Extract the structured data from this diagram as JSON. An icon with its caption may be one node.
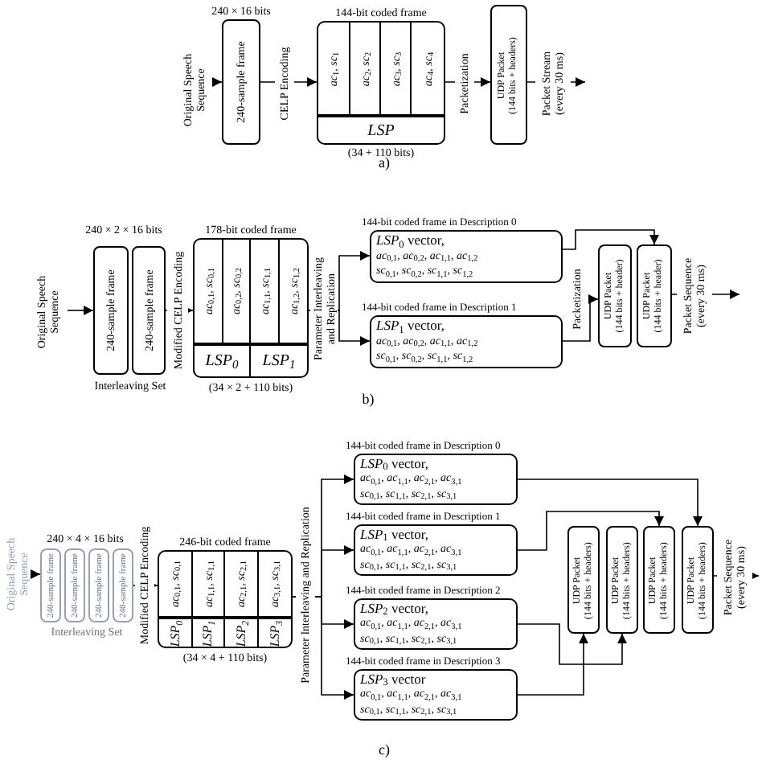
{
  "diagram": {
    "nodes": [
      {
        "text": [
          "Original Speech Sequence"
        ]
      },
      {
        "text": [
          "240-sample frame"
        ],
        "beside": [
          "240 × 16 bits"
        ]
      },
      {
        "text": [
          "144-bit coded frame"
        ],
        "beside": [
          "(34 + 110 bits)"
        ]
      },
      {
        "text": [
          "*ac*$_{1}$, *sc*$_{1}$"
        ],
        "in": 2
      },
      {
        "text": [
          "*ac*$_{2}$, *sc*$_{2}$"
        ],
        "in": 2
      },
      {
        "text": [
          "*ac*$_{3}$, *sc*$_{3}$"
        ],
        "in": 2
      },
      {
        "text": [
          "*ac*$_{4}$, *sc*$_{4}$"
        ],
        "in": 2
      },
      {
        "text": [
          "LSP"
        ],
        "in": 2
      },
      {
        "text": [
          "UDP Packet",
          "(144 bits + headers)"
        ]
      },
      {
        "text": [
          "Original Speech Sequence"
        ]
      },
      {
        "text": [
          "240-sample frame"
        ]
      },
      {
        "text": [
          "240-sample frame"
        ]
      },
      {
        "text": [
          "178-bit coded frame"
        ],
        "beside": [
          "(34 × 2 + 110 bits)"
        ]
      },
      {
        "text": [
          "*ac*$_{0,1}$, *sc*$_{0,1}$"
        ],
        "in": 12
      },
      {
        "text": [
          "*ac*$_{0,2}$, *sc*$_{0,2}$"
        ],
        "in": 12
      },
      {
        "text": [
          "*ac*$_{1,1}$, *sc*$_{1,1}$"
        ],
        "in": 12
      },
      {
        "text": [
          "*ac*$_{1,2}$, *sc*$_{1,2}$"
        ],
        "in": 12
      },
      {
        "text": [
          "LSP$_{0}$"
        ],
        "in": 12
      },
      {
        "text": [
          "LSP$_{1}$"
        ],
        "in": 12
      },
      {
        "text": [
          "144-bit coded frame in Description 0",
          "*LSP*$_{0}$ vector,",
          "*ac*$_{0,1}$, *ac*$_{0,2}$, *ac*$_{1,1}$, *ac*$_{1,2}$",
          "*sc*$_{0,1}$, *sc*$_{0,2}$, *sc*$_{1,1}$, *sc*$_{1,2}$"
        ]
      },
      {
        "text": [
          "144-bit coded frame in Description 1",
          "*LSP*$_{1}$ vector,",
          "*ac*$_{0,1}$, *ac*$_{0,2}$, *ac*$_{1,1}$, *ac*$_{1,2}$",
          "*sc*$_{0,1}$, *sc*$_{0,2}$, *sc*$_{1,1}$, *sc*$_{1,2}$"
        ]
      },
      {
        "text": [
          "UDP Packet",
          "(144 bits + header)"
        ]
      },
      {
        "text": [
          "UDP Packet",
          "(144 bits + header)"
        ]
      },
      {
        "text": [
          "Original Speech Sequence"
        ]
      },
      {
        "text": [
          "240-sample frame"
        ]
      },
      {
        "text": [
          "240-sample frame"
        ]
      },
      {
        "text": [
          "240-sample frame"
        ]
      },
      {
        "text": [
          "240-sample frame"
        ]
      },
      {
        "text": [
          "246-bit coded frame"
        ],
        "beside": [
          "(34 × 4 + 110 bits)"
        ]
      },
      {
        "text": [
          "*ac*$_{0,1}$, *sc*$_{0,1}$"
        ],
        "in": 28
      },
      {
        "text": [
          "*ac*$_{1,1}$, *sc*$_{1,1}$"
        ],
        "in": 28
      },
      {
        "text": [
          "*ac*$_{2,1}$, *sc*$_{2,1}$"
        ],
        "in": 28
      },
      {
        "text": [
          "*ac*$_{3,1}$, *sc*$_{3,1}$"
        ],
        "in": 28
      },
      {
        "text": [
          "LSP$_{0}$"
        ],
        "in": 28
      },
      {
        "text": [
          "LSP$_{1}$"
        ],
        "in": 28
      },
      {
        "text": [
          "LSP$_{2}$"
        ],
        "in": 28
      },
      {
        "text": [
          "LSP$_{3}$"
        ],
        "in": 28
      },
      {
        "text": [
          "144-bit coded frame in Description 0",
          "*LSP*$_{0}$ vector,",
          "*ac*$_{0,1}$, *ac*$_{1,1}$, *ac*$_{2,1}$, *ac*$_{3,1}$",
          "*sc*$_{0,1}$, *sc*$_{1,1}$, *sc*$_{2,1}$, *sc*$_{3,1}$"
        ]
      },
      {
        "text": [
          "144-bit coded frame in Description 1",
          "*LSP*$_{1}$ vector,",
          "*ac*$_{0,1}$, *ac*$_{1,1}$, *ac*$_{2,1}$, *ac*$_{3,1}$",
          "*sc*$_{0,1}$, *sc*$_{1,1}$, *sc*$_{2,1}$, *sc*$_{3,1}$"
        ]
      },
      {
        "text": [
          "144-bit coded frame in Description 2",
          "*LSP*$_{2}$ vector,",
          "*ac*$_{0,1}$, *ac*$_{1,1}$, *ac*$_{2,1}$, *ac*$_{3,1}$",
          "*sc*$_{0,1}$, *sc*$_{1,1}$, *sc*$_{2,1}$, *sc*$_{3,1}$"
        ]
      },
      {
        "text": [
          "144-bit coded frame in Description 3",
          "*LSP*$_{3}$ vector",
          "*ac*$_{0,1}$, *ac*$_{1,1}$, *ac*$_{2,1}$, *ac*$_{3,1}$",
          "*sc*$_{0,1}$, *sc*$_{1,1}$, *sc*$_{2,1}$, *sc*$_{3,1}$"
        ]
      },
      {
        "text": [
          "UDP Packet",
          "(144 bits + headers)"
        ]
      },
      {
        "text": [
          "UDP Packet",
          "(144 bits + headers)"
        ]
      },
      {
        "text": [
          "UDP Packet",
          "(144 bits + headers)"
        ]
      },
      {
        "text": [
          "UDP Packet",
          "(144 bits + headers)"
        ]
      }
    ],
    "edges": [
      {
        "from": 0,
        "to": 1,
        "arrow": "to"
      },
      {
        "from": 1,
        "to": 2,
        "arrow": "to",
        "label": "CELP Encoding"
      },
      {
        "from": 2,
        "to": 8,
        "arrow": "to",
        "label": "Packetization"
      },
      {
        "from": 8,
        "to": null,
        "arrow": "to",
        "label": "Packet Stream (every 30 ms)"
      },
      {
        "from": 9,
        "to": 10,
        "arrow": "to"
      },
      {
        "from": 11,
        "to": 12,
        "arrow": "to",
        "label": "Modified CELP Encoding"
      },
      {
        "from": 12,
        "to": 19,
        "arrow": "to",
        "label": "Parameter Interleaving and Replication"
      },
      {
        "from": 12,
        "to": 20,
        "arrow": "to"
      },
      {
        "from": 20,
        "to": 21,
        "arrow": "to",
        "label": "Packetization"
      },
      {
        "from": 19,
        "to": 22,
        "arrow": "to"
      },
      {
        "from": 22,
        "to": null,
        "arrow": "to",
        "label": "Packet Sequence (every 30 ms)"
      },
      {
        "from": 23,
        "to": 24,
        "arrow": "to"
      },
      {
        "from": 27,
        "to": 28,
        "arrow": "to",
        "label": "Modified CELP Encoding"
      },
      {
        "from": 28,
        "to": 37,
        "arrow": "to",
        "label": "Parameter Interleaving and Replication"
      },
      {
        "from": 28,
        "to": 38,
        "arrow": "to"
      },
      {
        "from": 28,
        "to": 39,
        "arrow": "to"
      },
      {
        "from": 28,
        "to": 40,
        "arrow": "to"
      },
      {
        "from": 37,
        "to": 44,
        "arrow": "to"
      },
      {
        "from": 38,
        "to": 43,
        "arrow": "to"
      },
      {
        "from": 39,
        "to": 42,
        "arrow": "to"
      },
      {
        "from": 40,
        "to": 41,
        "arrow": "to"
      },
      {
        "from": 44,
        "to": null,
        "arrow": "to",
        "label": "Packet Sequence (every 30 ms)"
      }
    ],
    "labels": [
      "a)",
      "240 × 2 × 16 bits",
      "Interleaving Set",
      "b)",
      "240 × 4 × 16 bits",
      "Interleaving Set",
      "c)"
    ]
  }
}
